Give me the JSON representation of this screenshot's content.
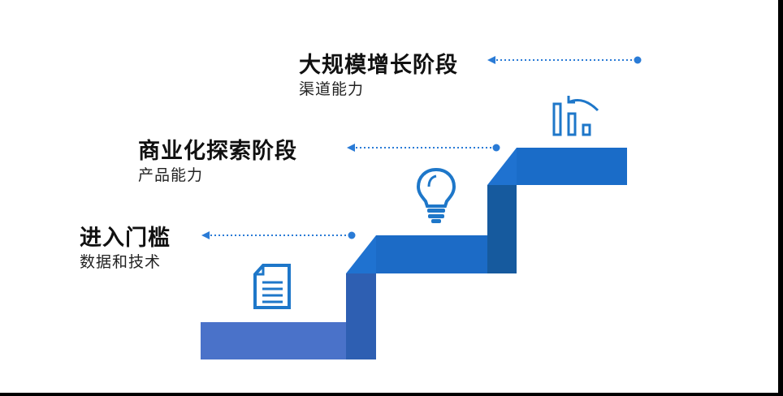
{
  "stages": [
    {
      "title": "大规模增长阶段",
      "subtitle": "渠道能力",
      "icon": "growth-chart-icon"
    },
    {
      "title": "商业化探索阶段",
      "subtitle": "产品能力",
      "icon": "lightbulb-icon"
    },
    {
      "title": "进入门槛",
      "subtitle": "数据和技术",
      "icon": "document-icon"
    }
  ],
  "colors": {
    "step_top": "#1f6fcf",
    "step_front": "#3a5fae",
    "step_riser": "#2a62b8",
    "step_side_dark": "#1a5aa0",
    "icon_blue": "#1e77c9",
    "connector": "#2a7bd6"
  }
}
